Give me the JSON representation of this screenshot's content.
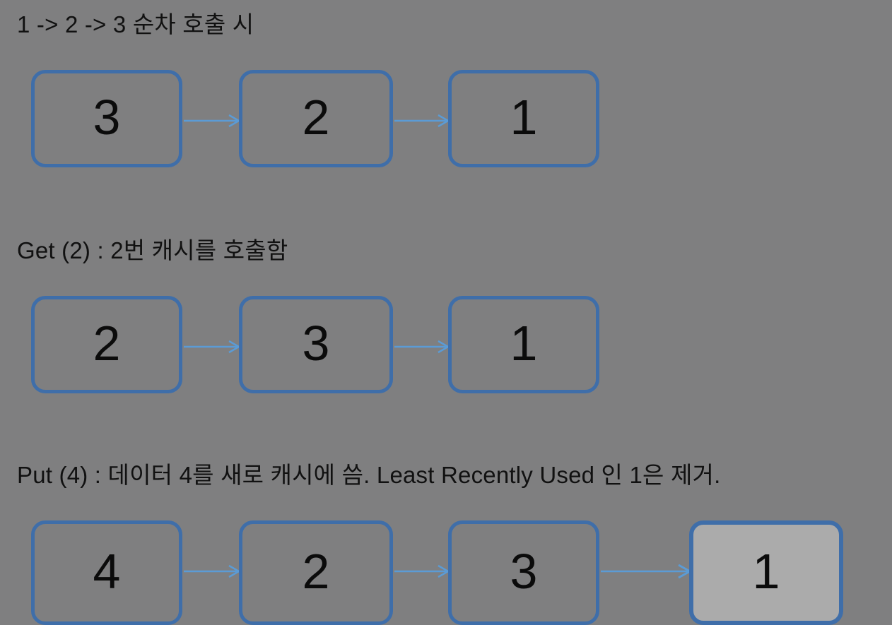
{
  "page": {
    "background_color": "#7f7f80",
    "node_border_color": "#3f6ea9",
    "node_highlight_fill": "#ababab",
    "arrow_color": "#5b9bd5",
    "text_color": "#111111"
  },
  "sections": [
    {
      "caption": "1 -> 2 -> 3 순차 호출 시",
      "nodes": [
        {
          "label": "3",
          "highlighted": false
        },
        {
          "label": "2",
          "highlighted": false
        },
        {
          "label": "1",
          "highlighted": false
        }
      ]
    },
    {
      "caption": "Get (2) : 2번 캐시를 호출함",
      "nodes": [
        {
          "label": "2",
          "highlighted": false
        },
        {
          "label": "3",
          "highlighted": false
        },
        {
          "label": "1",
          "highlighted": false
        }
      ]
    },
    {
      "caption": "Put (4) : 데이터 4를 새로 캐시에 씀. Least Recently Used 인 1은 제거.",
      "nodes": [
        {
          "label": "4",
          "highlighted": false
        },
        {
          "label": "2",
          "highlighted": false
        },
        {
          "label": "3",
          "highlighted": false
        },
        {
          "label": "1",
          "highlighted": true
        }
      ]
    }
  ]
}
